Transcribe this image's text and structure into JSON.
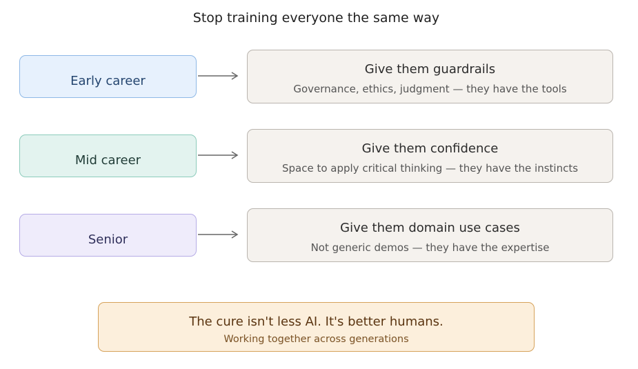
{
  "title": "Stop training everyone the same way",
  "rows": [
    {
      "stage": "Early career",
      "heading": "Give them guardrails",
      "detail": "Governance, ethics, judgment — they have the tools"
    },
    {
      "stage": "Mid career",
      "heading": "Give them confidence",
      "detail": "Space to apply critical thinking — they have the instincts"
    },
    {
      "stage": "Senior",
      "heading": "Give them domain use cases",
      "detail": "Not generic demos — they have the expertise"
    }
  ],
  "footer": {
    "heading": "The cure isn't less AI. It's better humans.",
    "detail": "Working together across generations"
  },
  "colors": {
    "early_fill": "#e7f1fd",
    "mid_fill": "#e3f3ef",
    "senior_fill": "#efecfb",
    "advice_fill": "#f5f2ee",
    "footer_fill": "#fcefdc",
    "footer_border": "#d6a25a"
  }
}
